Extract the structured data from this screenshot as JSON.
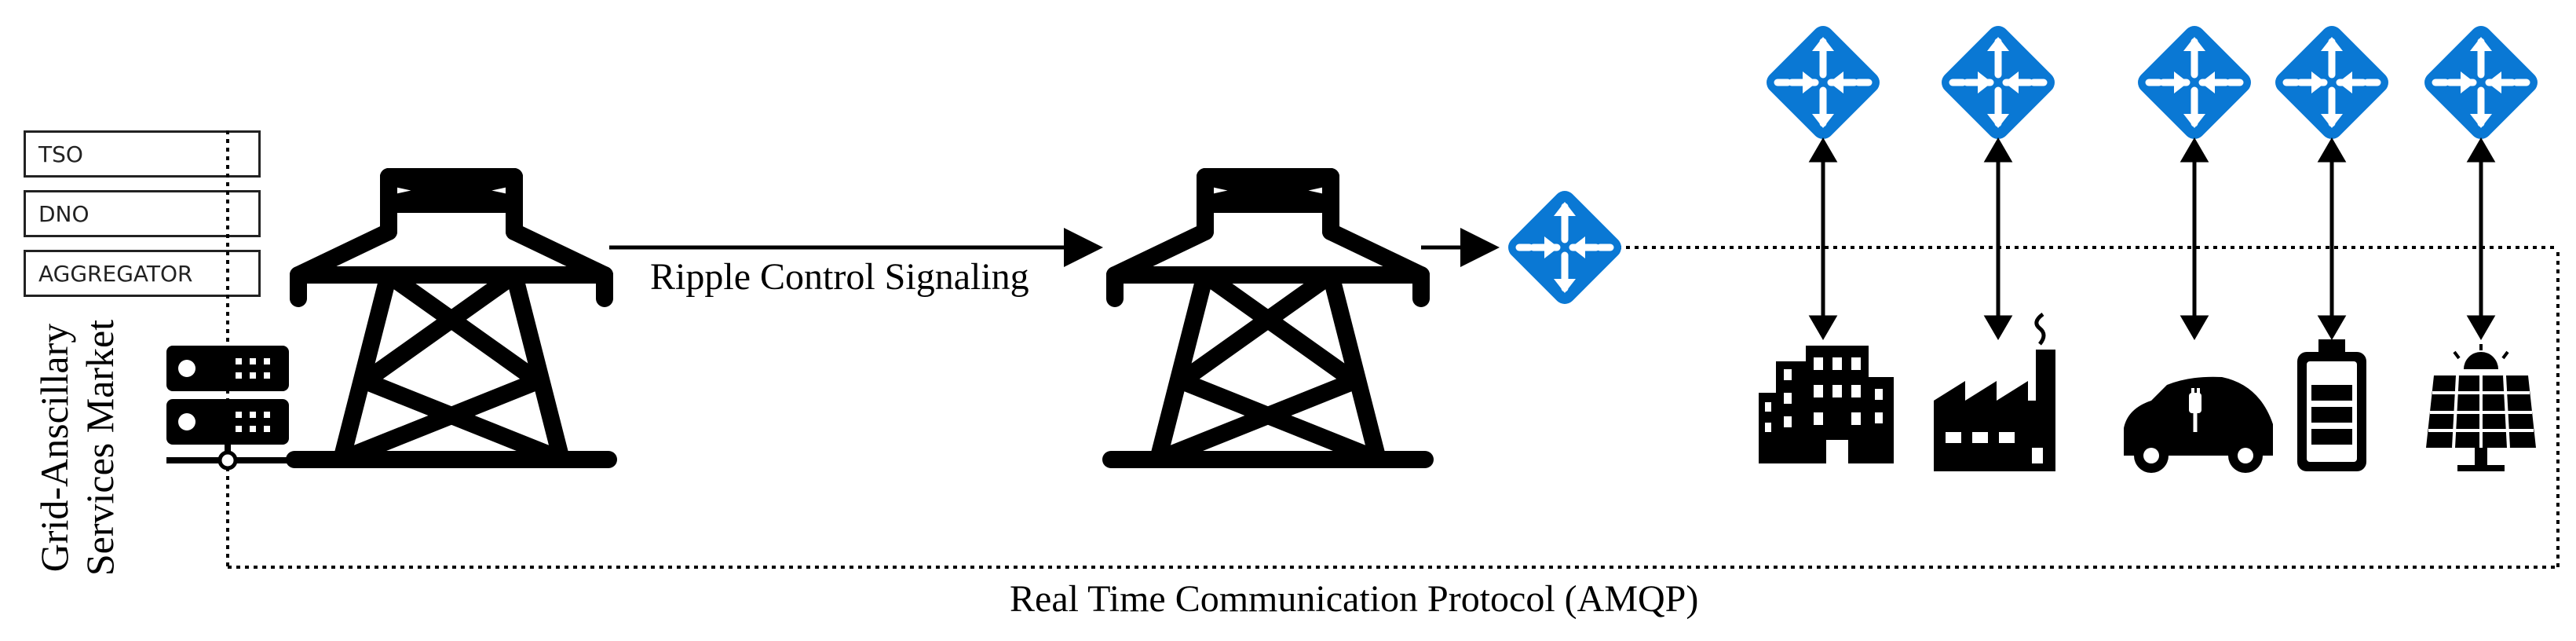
{
  "stakeholders": {
    "items": [
      {
        "label": "TSO"
      },
      {
        "label": "DNO"
      },
      {
        "label": "AGGREGATOR"
      }
    ],
    "market_label_line1": "Grid-Anscillary",
    "market_label_line2": "Services Market"
  },
  "links": {
    "ripple_label": "Ripple Control Signaling",
    "protocol_label": "Real Time Communication Protocol (AMQP)"
  },
  "icons": {
    "server": "server-stack-icon",
    "tower": "transmission-tower-icon",
    "router": "router-icon",
    "building": "office-building-icon",
    "factory": "factory-icon",
    "ev": "electric-car-icon",
    "battery": "battery-icon",
    "solar": "solar-panel-icon"
  },
  "colors": {
    "router_blue": "#0a78d4",
    "stroke": "#000000"
  }
}
